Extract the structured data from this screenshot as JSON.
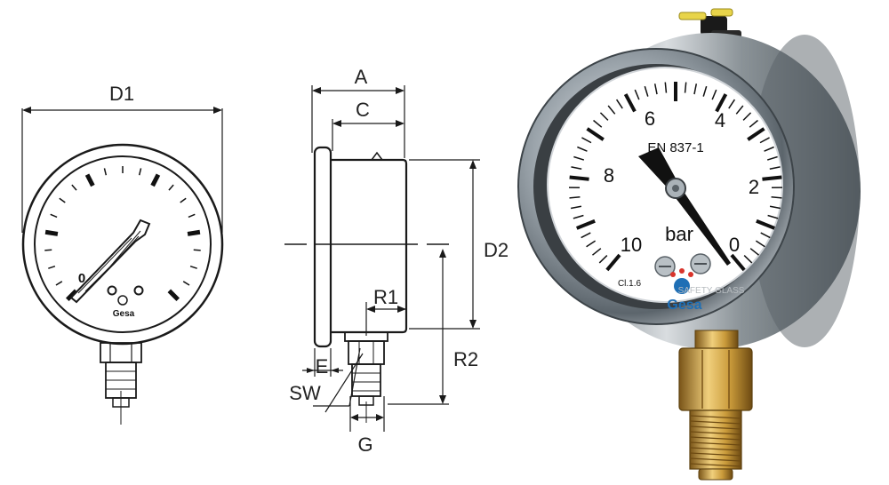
{
  "front_view": {
    "dimension_label": "D1",
    "zero_label": "0",
    "brand": "Gesa"
  },
  "side_view": {
    "labels": {
      "a": "A",
      "c": "C",
      "d2": "D2",
      "r1": "R1",
      "r2": "R2",
      "e": "E",
      "sw": "SW",
      "g": "G"
    }
  },
  "photo": {
    "scale_labels": [
      "0",
      "2",
      "4",
      "6",
      "8",
      "10"
    ],
    "unit": "bar",
    "standard": "EN 837-1",
    "class": "Cl.1.6",
    "brand": "Gesa",
    "glass_text": "SAFETY GLASS"
  },
  "colors": {
    "line": "#1a1a1a",
    "brass": "#c99a3a",
    "chrome": "#9aa3aa",
    "brand_blue": "#1f6fb5",
    "pointer": "#111111"
  }
}
